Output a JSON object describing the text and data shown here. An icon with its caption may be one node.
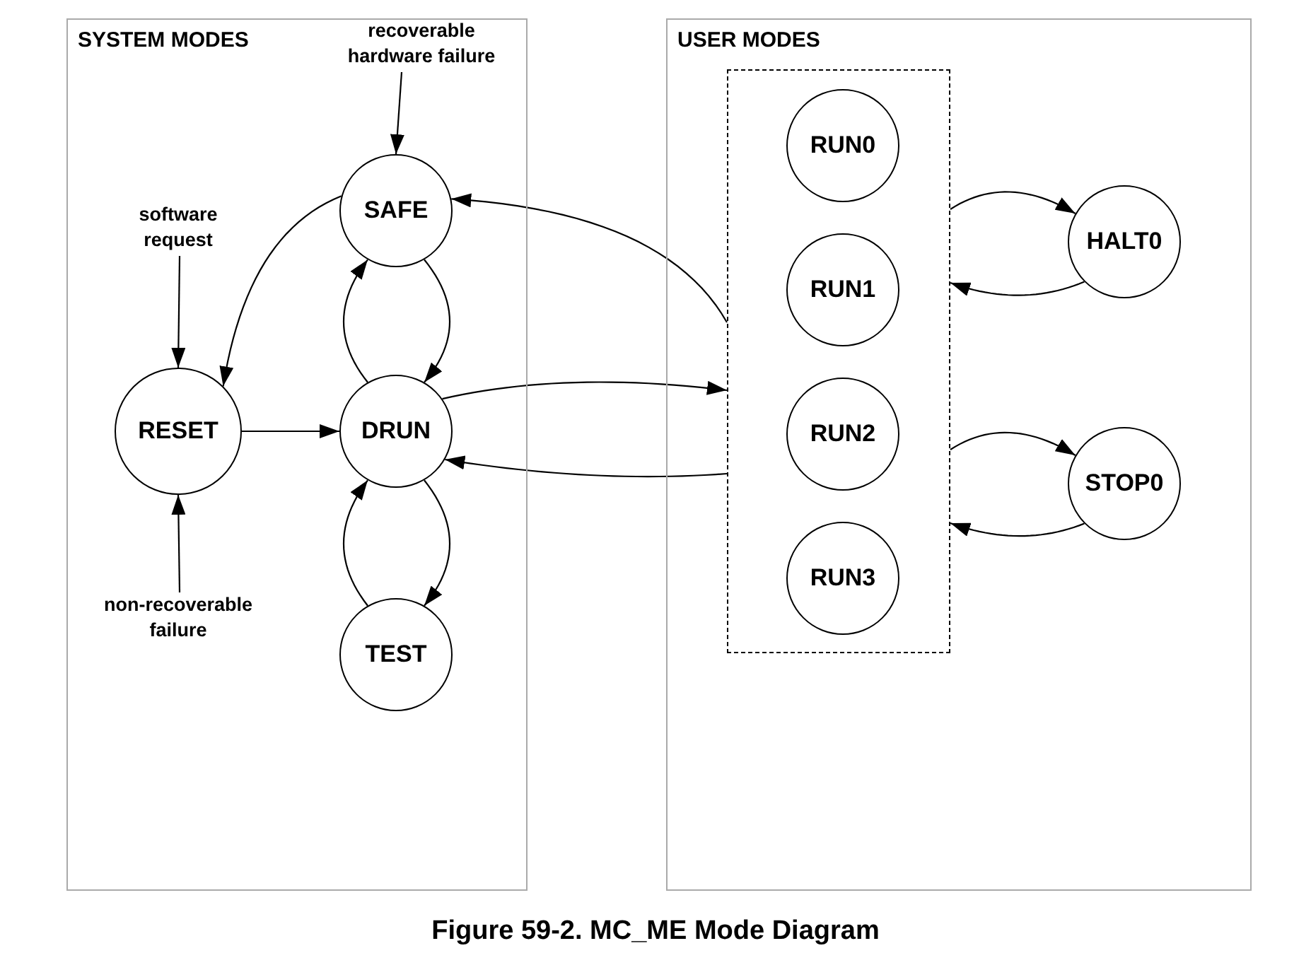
{
  "diagram": {
    "caption": "Figure 59-2. MC_ME Mode Diagram",
    "nodes": [
      {
        "text": [
          "SYSTEM MODES"
        ]
      },
      {
        "text": [
          "USER MODES"
        ]
      },
      {
        "text": [
          "recoverable hardware failure"
        ],
        "in": 0
      },
      {
        "text": [
          "SAFE"
        ],
        "in": 0
      },
      {
        "text": [
          "software request"
        ],
        "in": 0
      },
      {
        "text": [
          "RESET"
        ],
        "in": 0
      },
      {
        "text": [
          "DRUN"
        ],
        "in": 0
      },
      {
        "text": [
          "non-recoverable failure"
        ],
        "in": 0
      },
      {
        "text": [
          "TEST"
        ],
        "in": 0
      },
      {
        "text": [],
        "shape": "box",
        "in": 1
      },
      {
        "text": [
          "RUN0"
        ],
        "in": 9
      },
      {
        "text": [
          "RUN1"
        ],
        "in": 9
      },
      {
        "text": [
          "RUN2"
        ],
        "in": 9
      },
      {
        "text": [
          "RUN3"
        ],
        "in": 9
      },
      {
        "text": [
          "HALT0"
        ],
        "in": 1
      },
      {
        "text": [
          "STOP0"
        ],
        "in": 1
      }
    ],
    "edges": [
      {
        "from": 2,
        "to": 3,
        "arrow": "to"
      },
      {
        "from": 4,
        "to": 5,
        "arrow": "to"
      },
      {
        "from": 7,
        "to": 5,
        "arrow": "to"
      },
      {
        "from": 3,
        "to": 5,
        "arrow": "to"
      },
      {
        "from": 5,
        "to": 6,
        "arrow": "to"
      },
      {
        "from": 3,
        "to": 6,
        "arrow": "to"
      },
      {
        "from": 6,
        "to": 3,
        "arrow": "to"
      },
      {
        "from": 6,
        "to": 8,
        "arrow": "to"
      },
      {
        "from": 8,
        "to": 6,
        "arrow": "to"
      },
      {
        "from": 6,
        "to": 9,
        "arrow": "to"
      },
      {
        "from": 9,
        "to": 6,
        "arrow": "to"
      },
      {
        "from": 9,
        "to": 3,
        "arrow": "to"
      },
      {
        "from": 9,
        "to": 14,
        "arrow": "to"
      },
      {
        "from": 14,
        "to": 9,
        "arrow": "to"
      },
      {
        "from": 9,
        "to": 15,
        "arrow": "to"
      },
      {
        "from": 15,
        "to": 9,
        "arrow": "to"
      }
    ]
  }
}
